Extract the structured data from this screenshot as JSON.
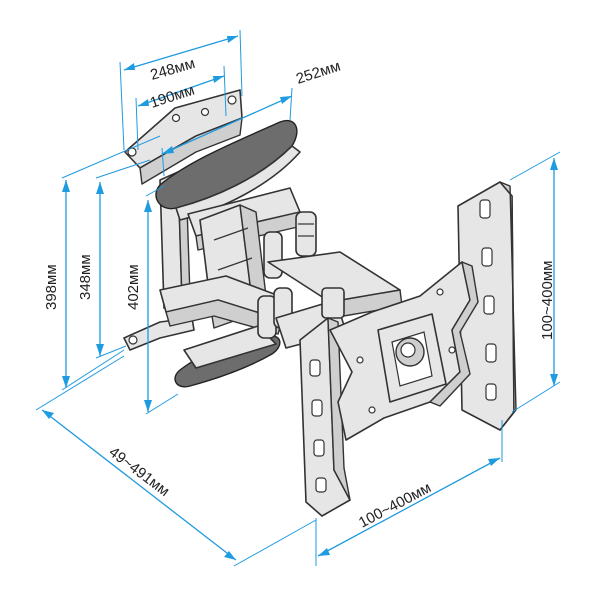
{
  "diagram": {
    "dimensions": {
      "d248": "248мм",
      "d190": "190мм",
      "d252": "252мм",
      "d398": "398мм",
      "d348": "348мм",
      "d402": "402мм",
      "d_extension": "49~491мм",
      "d_vesa_h": "100~400мм",
      "d_vesa_v": "100~400мм"
    },
    "colors": {
      "dimension": "#1f9be0",
      "outline": "#333333",
      "metal": "#e6e6e6",
      "padding": "#6d6d6d"
    }
  }
}
